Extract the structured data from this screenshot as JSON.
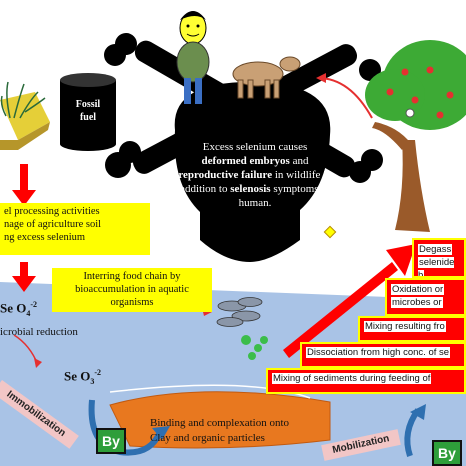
{
  "fossil_fuel": {
    "line1": "Fossil",
    "line2": "fuel"
  },
  "center": {
    "p1": "Excess selenium causes",
    "b1": "deformed embryos",
    "p2": " and",
    "b2": "reproductive failure",
    "p3": " in wildlife in addition to ",
    "b3": "selenosis",
    "p4": " symptoms in human."
  },
  "left_box": {
    "line1": "el processing activities",
    "line2": "nage of agriculture soil",
    "line3": "ng excess selenium"
  },
  "food_chain_box": {
    "line1": "Interring food chain by",
    "line2": "bioaccumulation in aquatic",
    "line3": "organisms"
  },
  "water": {
    "se_o4": "Se O",
    "se_o4_sub": "4",
    "se_o4_sup": "-2",
    "microbial": "icrobial reduction",
    "se_o3": "Se O",
    "se_o3_sub": "3",
    "se_o3_sup": "-2",
    "binding1": "Binding and complexation onto",
    "binding2": "Clay and organic particles"
  },
  "labels": {
    "immobilization": "Immobilization",
    "mobilization": "Mobilization",
    "by_left": "By",
    "by_right": "By"
  },
  "steps": [
    "Degass",
    "selenide b",
    "Oxidation or",
    "microbes or",
    "Mixing resulting fro",
    "Dissociation from high conc. of se",
    "Mixing of sediments during feeding of"
  ],
  "colors": {
    "yellow": "#ffff00",
    "red": "#ff0000",
    "water": "#a9c3e6",
    "sediment": "#e8781f",
    "skull": "#000000",
    "tree_trunk": "#9a5a2a",
    "tree_leaves": "#3daa35"
  }
}
